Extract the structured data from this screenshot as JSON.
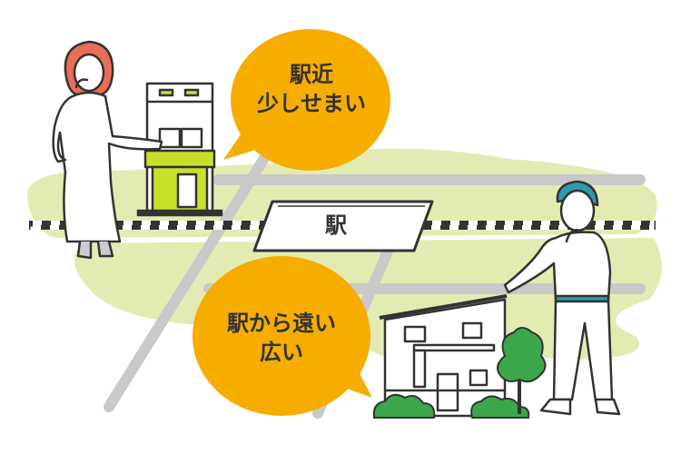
{
  "colors": {
    "bubble": "#f6ad00",
    "green_ground": "#e3ebb3",
    "road": "#c9c9c9",
    "rail_dark": "#333333",
    "building_accent": "#c9e02a",
    "tree": "#3aa84a",
    "hair_woman": "#e86e56",
    "hair_man": "#2f9aa8",
    "shirt_trim": "#2f9aa8"
  },
  "icons": {
    "woman": "woman-figure-icon",
    "man": "man-figure-icon",
    "tall_building": "narrow-townhouse-icon",
    "wide_house": "wide-house-icon",
    "station": "station-platform-icon",
    "tree": "tree-icon"
  },
  "station": {
    "label": "駅"
  },
  "bubble_near": {
    "line1": "駅近",
    "line2": "少しせまい"
  },
  "bubble_far": {
    "line1": "駅から遠い",
    "line2": "広い"
  }
}
